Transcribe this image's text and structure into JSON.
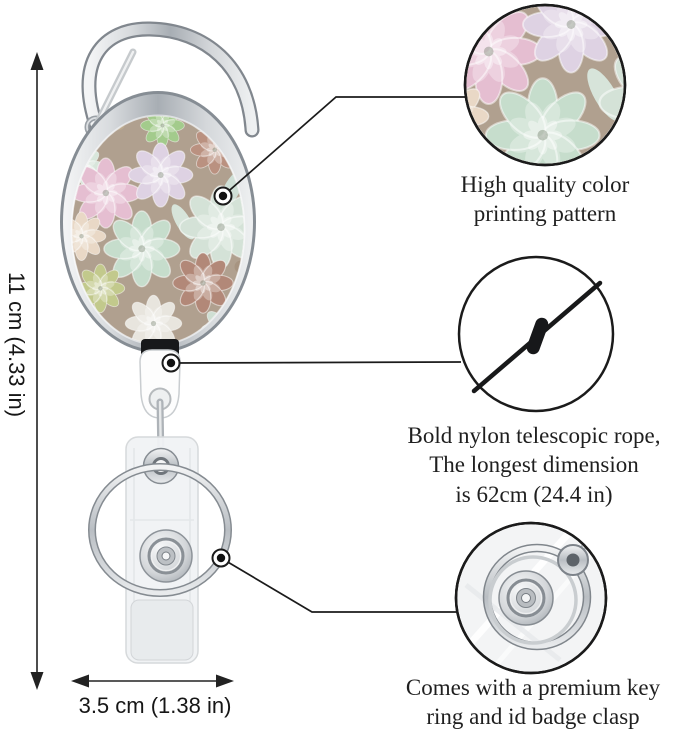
{
  "dimensions": {
    "height_label": "11 cm (4.33 in)",
    "width_label": "3.5 cm (1.38 in)"
  },
  "callouts": [
    {
      "id": "pattern",
      "lines": [
        "High quality color",
        "printing pattern"
      ]
    },
    {
      "id": "rope",
      "lines": [
        "Bold nylon telescopic rope,",
        "The longest dimension",
        "is 62cm (24.4 in)"
      ]
    },
    {
      "id": "clasp",
      "lines": [
        "Comes with a premium key",
        "ring and id badge clasp"
      ]
    }
  ],
  "colors": {
    "background": "#ffffff",
    "line": "#1b1b1b",
    "text": "#1f1f1f",
    "rope_black": "#17181a",
    "chrome_light": "#f2f3f4",
    "chrome_mid": "#c2c7cc",
    "chrome_dark": "#878d93",
    "soil": "#b0a08f",
    "succulent_mint": "#c6ddcc",
    "succulent_pink": "#e5bed1",
    "succulent_lavender": "#ded2e3",
    "succulent_mauve": "#b28878",
    "succulent_sage": "#d4e2d7",
    "succulent_lime": "#c2c98c",
    "succulent_cream": "#e9d8c6"
  }
}
